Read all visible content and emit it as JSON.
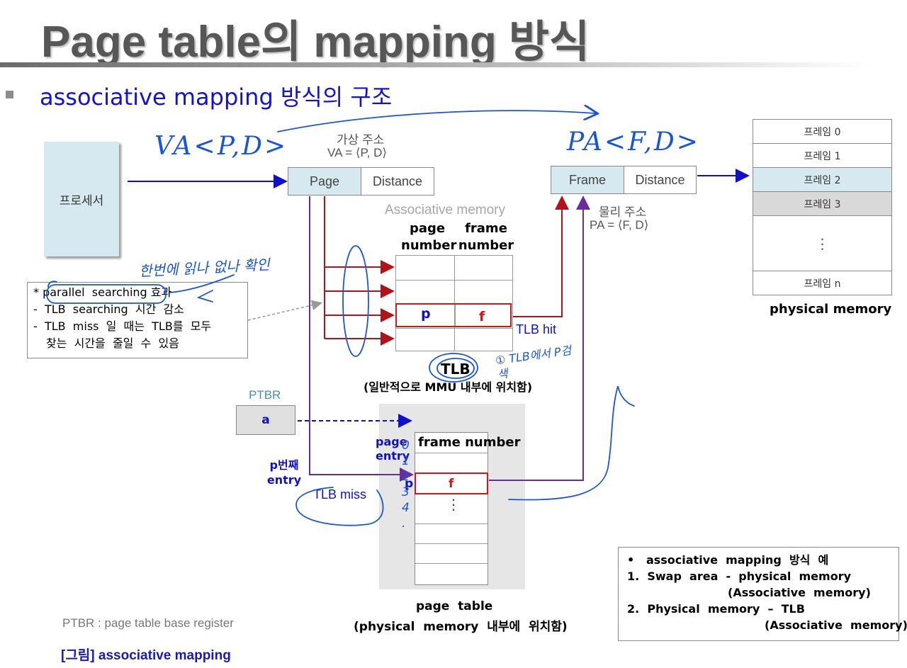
{
  "title": "Page table의 mapping 방식",
  "subtitle": "associative  mapping  방식의  구조",
  "processor_label": "프로세서",
  "virtual_address": {
    "heading": "가상 주소",
    "formula": "VA = ⟨P, D⟩",
    "page": "Page",
    "distance": "Distance",
    "handwritten": "VA<P,D>"
  },
  "physical_address": {
    "heading": "물리 주소",
    "formula": "PA = ⟨F, D⟩",
    "frame": "Frame",
    "distance": "Distance",
    "handwritten": "PA<F,D>"
  },
  "associative_memory": {
    "label": "Associative memory",
    "col1": "page number",
    "col2": "frame number",
    "p": "p",
    "f": "f",
    "tlb_hit": "TLB  hit",
    "tlb_label": "TLB",
    "tlb_note": "(일반적으로  MMU  내부에  위치함)"
  },
  "physical_memory": {
    "frames": [
      "프레임 0",
      "프레임 1",
      "프레임 2",
      "프레임 3",
      "⋮",
      "프레임 n"
    ],
    "caption": "physical  memory"
  },
  "note_box": {
    "line1_prefix": "* ",
    "line1_highlight": "parallel  searching",
    "line1_suffix": " 효과",
    "line2": "-  TLB  searching  시간  감소",
    "line3": "-  TLB  miss  일  때는  TLB를  모두",
    "line4": "찾는  시간을  줄일  수  있음"
  },
  "ptbr": {
    "label": "PTBR",
    "value": "a",
    "arrow_target": "a",
    "definition": "PTBR : page table base register"
  },
  "page_table": {
    "header_left": "page entry",
    "header_right": "frame  number",
    "p": "p",
    "f": "f",
    "dots": "⋮",
    "row_label": "p번째 entry",
    "caption1": "page  table",
    "caption2": "(physical  memory  내부에  위치함)",
    "tlb_miss": "TLB  miss"
  },
  "example_box": {
    "bullet": "•",
    "line1": "associative  mapping  방식  예",
    "line2": "1.  Swap  area  -  physical  memory",
    "line3": "(Associative  memory)",
    "line4": "2.  Physical  memory  –  TLB",
    "line5": "(Associative  memory)"
  },
  "figure_caption": "[그림] associative mapping",
  "handwriting": {
    "note_top": "한번에 읽나 없나 확인",
    "note_tlb": "① TLB에서 P검색",
    "numbers": "0 1 2 3 4 ."
  },
  "colors": {
    "title": "#575757",
    "blue": "#1010c8",
    "red": "#c0181c",
    "purple": "#6a2c9a",
    "light_blue": "#d6e9f0",
    "gray": "#d9d9d9",
    "pen": "#1a55d8"
  }
}
